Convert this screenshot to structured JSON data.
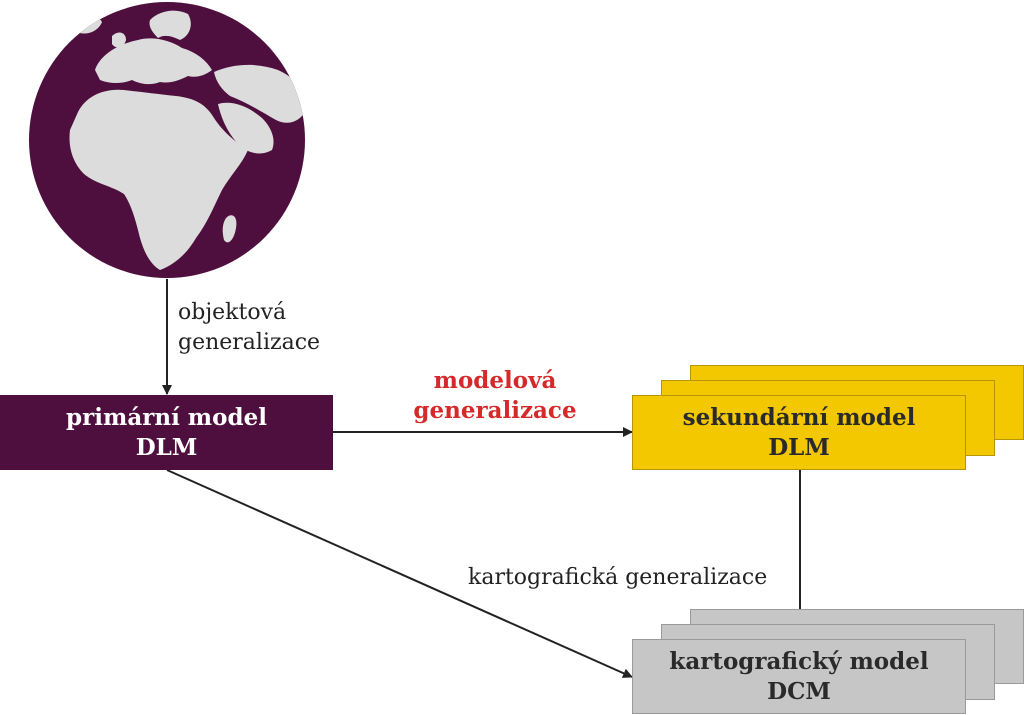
{
  "colors": {
    "primary": "#4f0f3e",
    "secondary": "#f3c800",
    "carto": "#c6c6c6",
    "accent_red": "#d42a2a",
    "globe_land": "#dcdcdc",
    "globe_ocean": "#4f0f3e"
  },
  "icons": {
    "globe": "earth-globe-icon"
  },
  "labels": {
    "objektova_line1": "objektová",
    "objektova_line2": "generalizace",
    "modelova_line1": "modelová",
    "modelova_line2": "generalizace",
    "kartograficka": "kartografická generalizace"
  },
  "boxes": {
    "primary": {
      "line1": "primární model",
      "line2": "DLM"
    },
    "secondary": {
      "line1": "sekundární model",
      "line2": "DLM"
    },
    "carto": {
      "line1": "kartografický model",
      "line2": "DCM"
    }
  }
}
